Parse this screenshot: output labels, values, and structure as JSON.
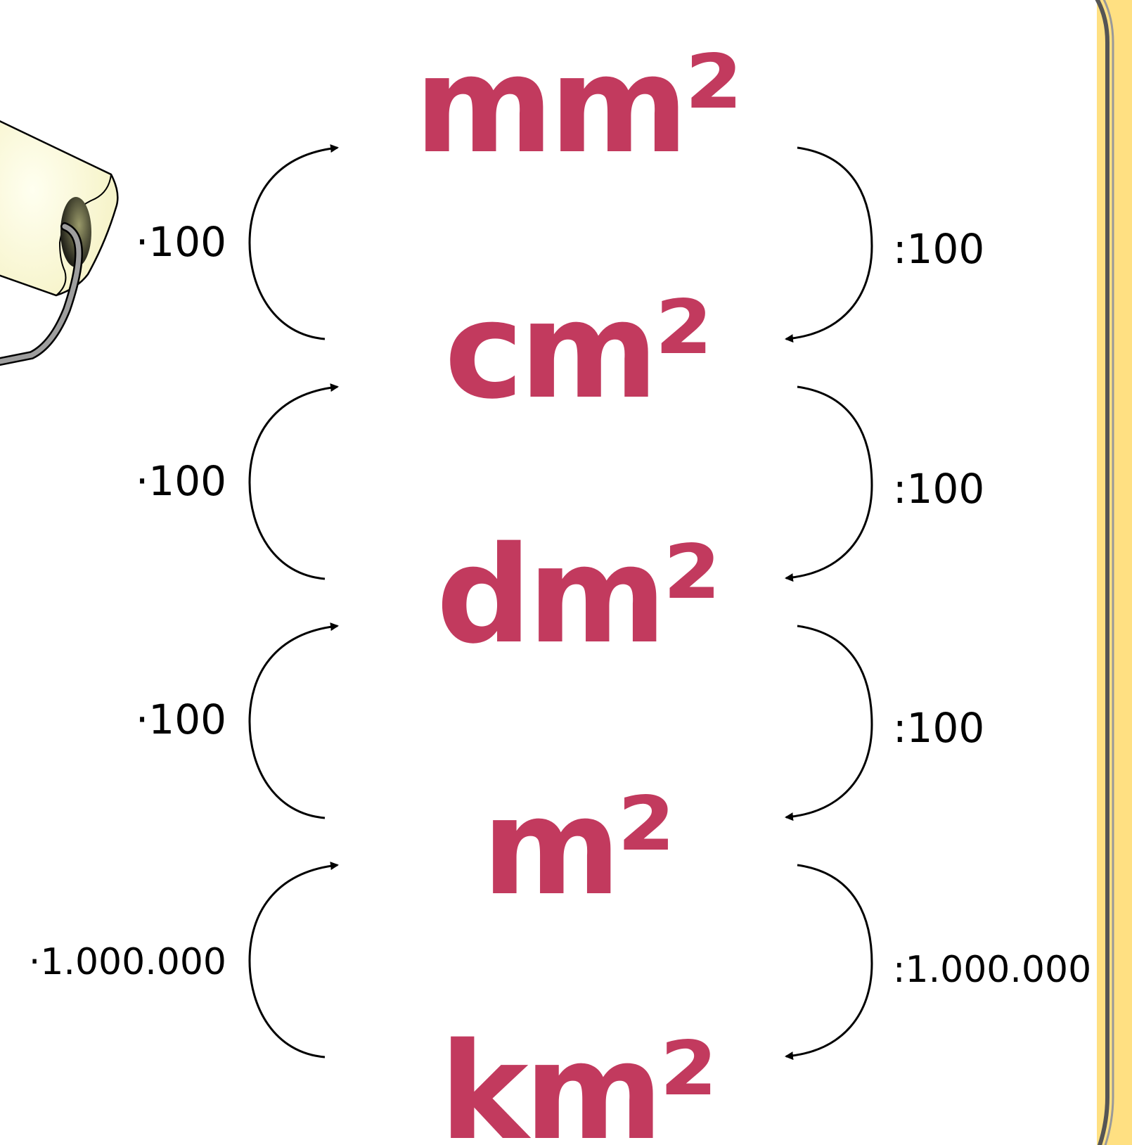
{
  "diagram": {
    "units": [
      "mm²",
      "cm²",
      "dm²",
      "m²",
      "km²"
    ],
    "multiply_factors": [
      "·100",
      "·100",
      "·100",
      "·1.000.000"
    ],
    "divide_factors": [
      ":100",
      ":100",
      ":100",
      ":1.000.000"
    ]
  },
  "colors": {
    "unit_text": "#c23a5e",
    "card_background": "#ffffff",
    "card_border": "#555555",
    "frame_background": "#ffe082",
    "arrow": "#000000"
  },
  "icons": {
    "decoration": "rolled-paper-scroll-icon"
  }
}
